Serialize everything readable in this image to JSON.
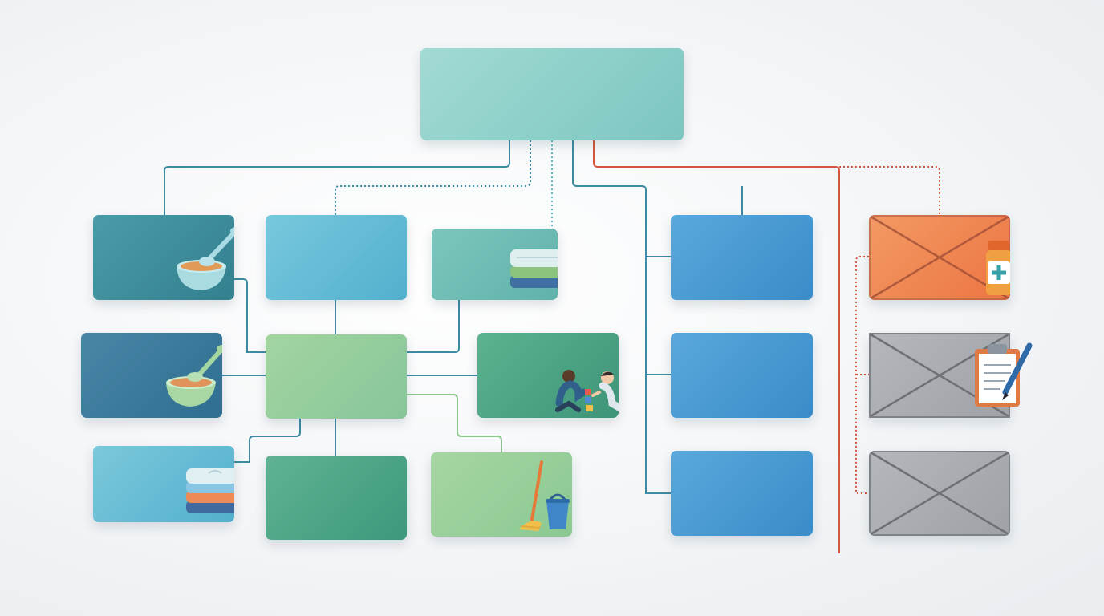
{
  "diagram": {
    "root": {
      "label": ""
    },
    "nodes": [
      {
        "id": "meal-prep-1",
        "label": "",
        "icon": "soup-bowl-icon",
        "color": "#3f8f9c"
      },
      {
        "id": "task-blue-light",
        "label": "",
        "icon": "",
        "color": "#5fb6d2"
      },
      {
        "id": "laundry-1",
        "label": "",
        "icon": "folded-towels-icon",
        "color": "#69b8b0"
      },
      {
        "id": "meal-prep-2",
        "label": "",
        "icon": "soup-bowl-icon",
        "color": "#3b7f9c"
      },
      {
        "id": "hub-green",
        "label": "",
        "icon": "",
        "color": "#93cc93"
      },
      {
        "id": "childcare",
        "label": "",
        "icon": "children-playing-icon",
        "color": "#4aa383"
      },
      {
        "id": "laundry-2",
        "label": "",
        "icon": "folded-towels-icon",
        "color": "#5fb3d0"
      },
      {
        "id": "task-green-dark",
        "label": "",
        "icon": "",
        "color": "#4ea688"
      },
      {
        "id": "cleaning",
        "label": "",
        "icon": "mop-bucket-icon",
        "color": "#98cf93"
      },
      {
        "id": "blue-1",
        "label": "",
        "icon": "",
        "color": "#4596d2"
      },
      {
        "id": "blue-2",
        "label": "",
        "icon": "",
        "color": "#4596d2"
      },
      {
        "id": "blue-3",
        "label": "",
        "icon": "",
        "color": "#4596d2"
      },
      {
        "id": "medication",
        "label": "",
        "icon": "medicine-bottle-icon",
        "color": "#f07a4c"
      },
      {
        "id": "paperwork",
        "label": "",
        "icon": "clipboard-pen-icon",
        "color": "#a8acb1"
      },
      {
        "id": "grey-empty",
        "label": "",
        "icon": "",
        "color": "#a8acb1"
      }
    ],
    "colors": {
      "link_teal": "#3d8ba3",
      "link_green": "#8cc78c",
      "link_red": "#d4563c",
      "root": "#8fd0c8"
    }
  }
}
